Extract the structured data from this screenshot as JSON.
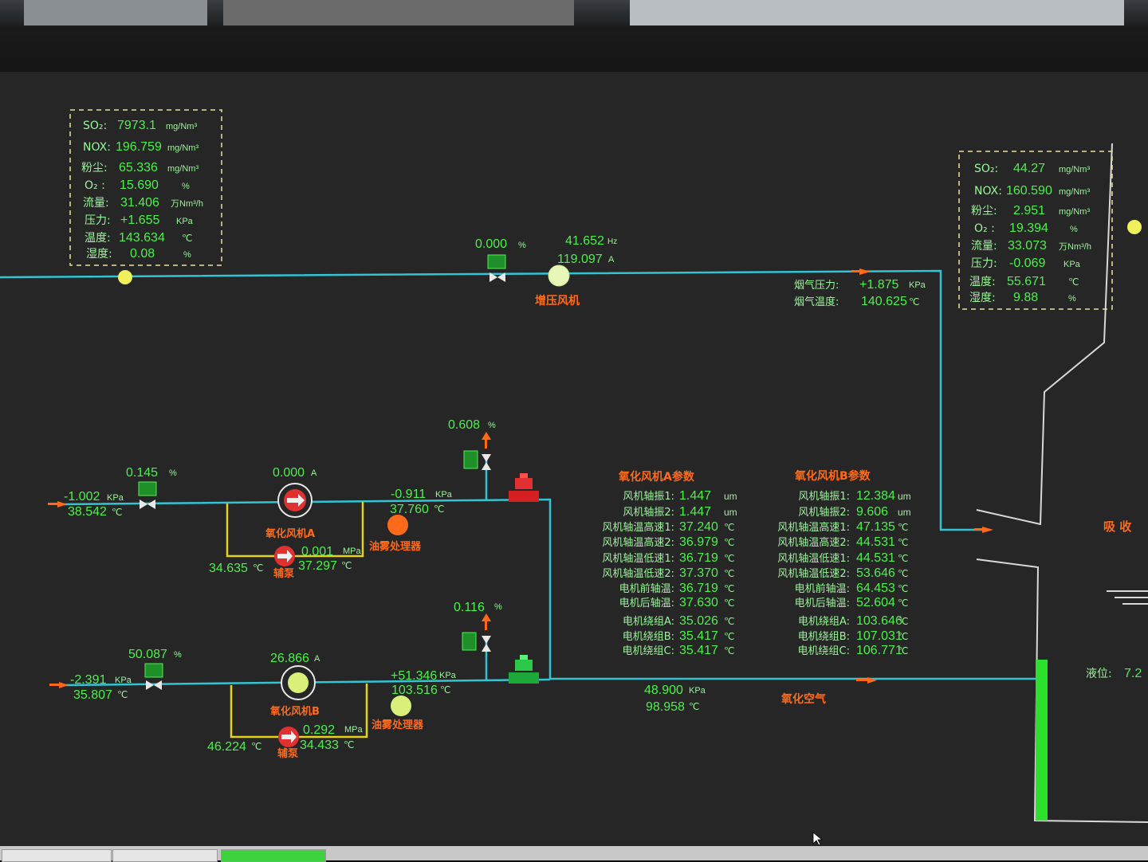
{
  "inlet": {
    "so2_label": "SO₂:",
    "so2": "7973.1",
    "so2_unit": "mg/Nm³",
    "nox_label": "NOX:",
    "nox": "196.759",
    "nox_unit": "mg/Nm³",
    "dust_label": "粉尘:",
    "dust": "65.336",
    "dust_unit": "mg/Nm³",
    "o2_label": "O₂ :",
    "o2": "15.690",
    "o2_unit": "%",
    "flow_label": "流量:",
    "flow": "31.406",
    "flow_unit": "万Nm³/h",
    "pressure_label": "压力:",
    "pressure": "+1.655",
    "pressure_unit": "KPa",
    "temp_label": "温度:",
    "temp": "143.634",
    "temp_unit": "℃",
    "humid_label": "湿度:",
    "humid": "0.08",
    "humid_unit": "%"
  },
  "outlet": {
    "so2_label": "SO₂:",
    "so2": "44.27",
    "so2_unit": "mg/Nm³",
    "nox_label": "NOX:",
    "nox": "160.590",
    "nox_unit": "mg/Nm³",
    "dust_label": "粉尘:",
    "dust": "2.951",
    "dust_unit": "mg/Nm³",
    "o2_label": "O₂ :",
    "o2": "19.394",
    "o2_unit": "%",
    "flow_label": "流量:",
    "flow": "33.073",
    "flow_unit": "万Nm³/h",
    "pressure_label": "压力:",
    "pressure": "-0.069",
    "pressure_unit": "KPa",
    "temp_label": "温度:",
    "temp": "55.671",
    "temp_unit": "℃",
    "humid_label": "湿度:",
    "humid": "9.88",
    "humid_unit": "%"
  },
  "booster": {
    "damper_pct": "0.000",
    "pct_unit": "%",
    "freq": "41.652",
    "freq_unit": "Hz",
    "current": "119.097",
    "current_unit": "A",
    "label": "增压风机",
    "gas_pressure_label": "烟气压力:",
    "gas_pressure": "+1.875",
    "gas_pressure_unit": "KPa",
    "gas_temp_label": "烟气温度:",
    "gas_temp": "140.625",
    "gas_temp_unit": "℃"
  },
  "fanA": {
    "inlet_pressure": "-1.002",
    "inlet_pressure_unit": "KPa",
    "inlet_temp": "38.542",
    "inlet_temp_unit": "℃",
    "damper_pct": "0.145",
    "pct_unit": "%",
    "current": "0.000",
    "current_unit": "A",
    "label": "氧化风机A",
    "outlet_pressure": "-0.911",
    "outlet_pressure_unit": "KPa",
    "outlet_temp": "37.760",
    "outlet_temp_unit": "℃",
    "vent_pct": "0.608",
    "mist_label": "油雾处理器",
    "pump_pressure": "0.001",
    "pump_pressure_unit": "MPa",
    "pump_temp": "37.297",
    "pump_temp_unit": "℃",
    "loop_temp": "34.635",
    "loop_temp_unit": "℃",
    "pump_label": "辅泵"
  },
  "fanB": {
    "inlet_pressure": "-2.391",
    "inlet_pressure_unit": "KPa",
    "inlet_temp": "35.807",
    "inlet_temp_unit": "℃",
    "damper_pct": "50.087",
    "pct_unit": "%",
    "current": "26.866",
    "current_unit": "A",
    "label": "氧化风机B",
    "outlet_pressure": "+51.346",
    "outlet_pressure_unit": "KPa",
    "outlet_temp": "103.516",
    "outlet_temp_unit": "℃",
    "vent_pct": "0.116",
    "mist_label": "油雾处理器",
    "pump_pressure": "0.292",
    "pump_pressure_unit": "MPa",
    "pump_temp": "34.433",
    "pump_temp_unit": "℃",
    "loop_temp": "46.224",
    "loop_temp_unit": "℃",
    "pump_label": "辅泵"
  },
  "header_line": {
    "pressure": "48.900",
    "pressure_unit": "KPa",
    "temp": "98.958",
    "temp_unit": "℃",
    "label": "氧化空气"
  },
  "paramsA": {
    "title": "氧化风机A参数",
    "rows": [
      {
        "label": "风机轴振1:",
        "value": "1.447",
        "unit": "um"
      },
      {
        "label": "风机轴振2:",
        "value": "1.447",
        "unit": "um"
      },
      {
        "label": "风机轴温高速1:",
        "value": "37.240",
        "unit": "℃"
      },
      {
        "label": "风机轴温高速2:",
        "value": "36.979",
        "unit": "℃"
      },
      {
        "label": "风机轴温低速1:",
        "value": "36.719",
        "unit": "℃"
      },
      {
        "label": "风机轴温低速2:",
        "value": "37.370",
        "unit": "℃"
      },
      {
        "label": "电机前轴温:",
        "value": "36.719",
        "unit": "℃"
      },
      {
        "label": "电机后轴温:",
        "value": "37.630",
        "unit": "℃"
      },
      {
        "label": "电机绕组A:",
        "value": "35.026",
        "unit": "℃"
      },
      {
        "label": "电机绕组B:",
        "value": "35.417",
        "unit": "℃"
      },
      {
        "label": "电机绕组C:",
        "value": "35.417",
        "unit": "℃"
      }
    ]
  },
  "paramsB": {
    "title": "氧化风机B参数",
    "rows": [
      {
        "label": "风机轴振1:",
        "value": "12.384",
        "unit": "um"
      },
      {
        "label": "风机轴振2:",
        "value": "9.606",
        "unit": "um"
      },
      {
        "label": "风机轴温高速1:",
        "value": "47.135",
        "unit": "℃"
      },
      {
        "label": "风机轴温高速2:",
        "value": "44.531",
        "unit": "℃"
      },
      {
        "label": "风机轴温低速1:",
        "value": "44.531",
        "unit": "℃"
      },
      {
        "label": "风机轴温低速2:",
        "value": "53.646",
        "unit": "℃"
      },
      {
        "label": "电机前轴温:",
        "value": "64.453",
        "unit": "℃"
      },
      {
        "label": "电机后轴温:",
        "value": "52.604",
        "unit": "℃"
      },
      {
        "label": "电机绕组A:",
        "value": "103.646",
        "unit": "℃"
      },
      {
        "label": "电机绕组B:",
        "value": "107.031",
        "unit": "℃"
      },
      {
        "label": "电机绕组C:",
        "value": "106.771",
        "unit": "℃"
      }
    ]
  },
  "tower": {
    "label": "吸 收",
    "level_label": "液位:",
    "level_value": "7.2"
  },
  "colors": {
    "pipe": "#33c4d4",
    "value": "#4cf04c",
    "label": "#9cf59c",
    "warning": "#ff6a1a",
    "loop": "#e6d21e"
  }
}
